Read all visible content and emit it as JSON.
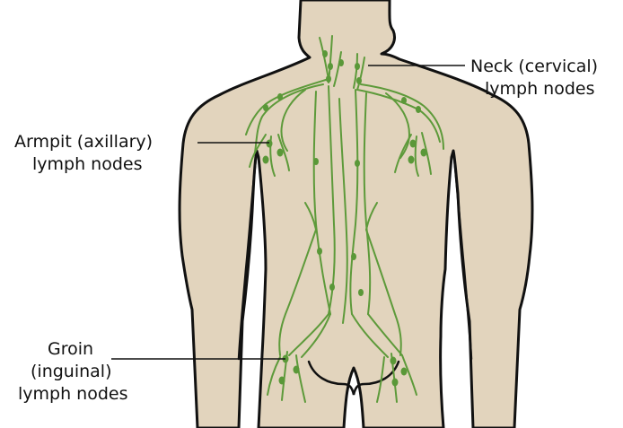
{
  "labels": {
    "neck": {
      "line1": "Neck (cervical)",
      "line2": "lymph nodes"
    },
    "armpit": {
      "line1": "Armpit (axillary)",
      "line2": "lymph nodes"
    },
    "groin": {
      "line1": "Groin",
      "line2": "(inguinal)",
      "line3": "lymph nodes"
    }
  },
  "colors": {
    "skin": "#e2d4bd",
    "outline": "#111111",
    "lymph_vessel": "#5d9a3a",
    "lymph_node": "#5a9838",
    "leader_line": "#111111"
  }
}
